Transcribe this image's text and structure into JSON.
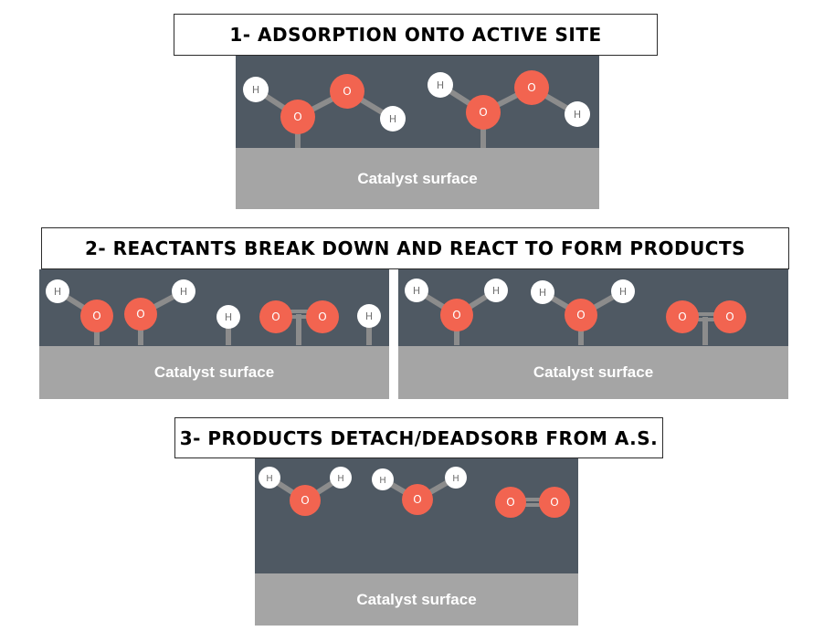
{
  "stages": [
    {
      "title": "1- ADSORPTION ONTO ACTIVE SITE",
      "panels": [
        {
          "surface_label": "Catalyst surface",
          "molecules": [
            {
              "name": "hydrogen-peroxide",
              "atoms": [
                "H",
                "O",
                "O",
                "H"
              ],
              "adsorbed": true
            },
            {
              "name": "hydrogen-peroxide",
              "atoms": [
                "H",
                "O",
                "O",
                "H"
              ],
              "adsorbed": true
            }
          ]
        }
      ]
    },
    {
      "title": "2- REACTANTS BREAK DOWN AND REACT TO FORM PRODUCTS",
      "panels": [
        {
          "surface_label": "Catalyst surface",
          "molecules": [
            {
              "name": "hydroxyl",
              "atoms": [
                "H",
                "O"
              ],
              "adsorbed": true
            },
            {
              "name": "hydroxyl",
              "atoms": [
                "O",
                "H"
              ],
              "adsorbed": true
            },
            {
              "name": "hydrogen",
              "atoms": [
                "H"
              ],
              "adsorbed": true
            },
            {
              "name": "oxygen",
              "atoms": [
                "O",
                "O"
              ],
              "adsorbed": true
            },
            {
              "name": "hydrogen",
              "atoms": [
                "H"
              ],
              "adsorbed": true
            }
          ]
        },
        {
          "surface_label": "Catalyst surface",
          "molecules": [
            {
              "name": "water",
              "atoms": [
                "H",
                "O",
                "H"
              ],
              "adsorbed": true
            },
            {
              "name": "water",
              "atoms": [
                "H",
                "O",
                "H"
              ],
              "adsorbed": true
            },
            {
              "name": "oxygen",
              "atoms": [
                "O",
                "O"
              ],
              "adsorbed": true
            }
          ]
        }
      ]
    },
    {
      "title": "3- PRODUCTS DETACH/DEADSORB FROM A.S.",
      "panels": [
        {
          "surface_label": "Catalyst surface",
          "molecules": [
            {
              "name": "water",
              "atoms": [
                "H",
                "O",
                "H"
              ],
              "adsorbed": false
            },
            {
              "name": "water",
              "atoms": [
                "H",
                "O",
                "H"
              ],
              "adsorbed": false
            },
            {
              "name": "oxygen",
              "atoms": [
                "O",
                "O"
              ],
              "adsorbed": false
            }
          ]
        }
      ]
    }
  ],
  "colors": {
    "background_panel": "#4f5963",
    "surface": "#a5a5a5",
    "oxygen": "#f26450",
    "hydrogen": "#ffffff",
    "bond": "#8c8c8c",
    "title_border": "#2b2b2b"
  }
}
